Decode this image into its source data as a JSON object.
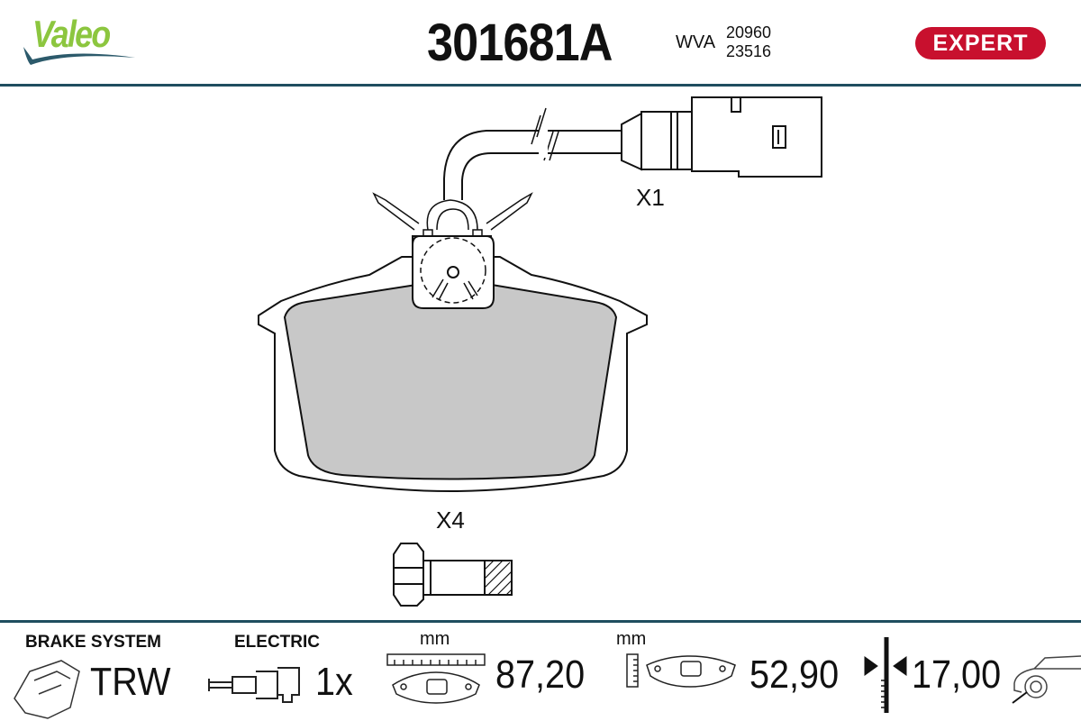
{
  "header": {
    "brand": "Valeo",
    "part_number": "301681A",
    "wva_label": "WVA",
    "wva_numbers": [
      "20960",
      "23516"
    ],
    "badge": "EXPERT"
  },
  "drawing": {
    "sensor_label": "X1",
    "bolt_label": "X4"
  },
  "specs": {
    "brake_system_label": "BRAKE SYSTEM",
    "brake_system_value": "TRW",
    "electric_label": "ELECTRIC",
    "electric_value": "1x",
    "width_unit": "mm",
    "width_value": "87,20",
    "height_unit": "mm",
    "height_value": "52,90",
    "thickness_value": "17,00"
  },
  "colors": {
    "brand_green": "#8cc63f",
    "badge_red": "#c8102e",
    "rule": "#1f4e5f",
    "friction": "#c8c8c8"
  }
}
